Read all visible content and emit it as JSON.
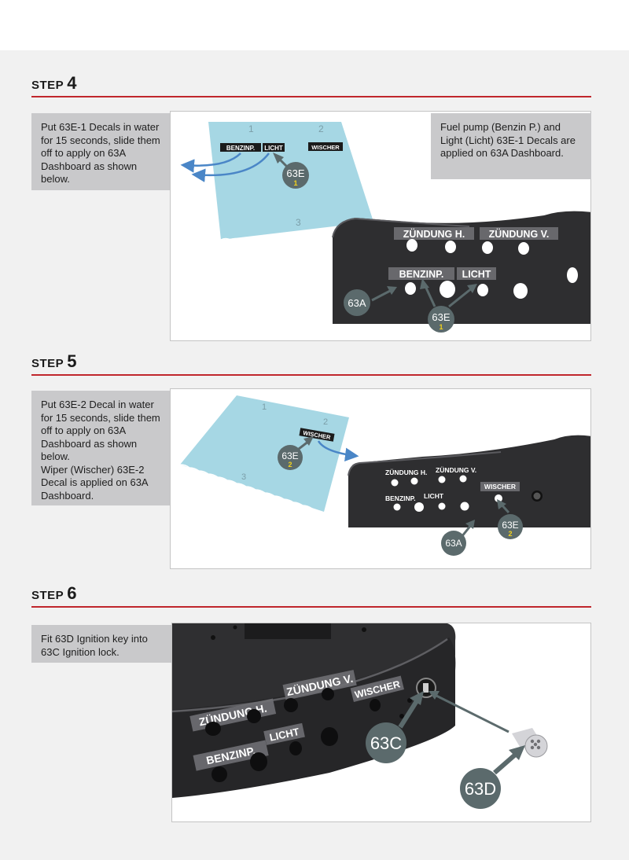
{
  "steps": [
    {
      "word": "STEP",
      "number": "4",
      "instruction": "Put 63E-1 Decals in water for 15 seconds, slide them off to apply on 63A Dashboard as shown below.",
      "result": "Fuel pump (Benzin P.) and Light (Licht) 63E-1 Decals are applied on 63A Dashboard.",
      "sheet_numbers": [
        "1",
        "2",
        "3"
      ],
      "sheet_decals": [
        "BENZINP.",
        "LICHT",
        "WISCHER"
      ],
      "dash_labels": [
        "ZÜNDUNG H.",
        "ZÜNDUNG V.",
        "BENZINP.",
        "LICHT"
      ],
      "callouts": [
        {
          "code": "63E",
          "sub": "1"
        },
        {
          "code": "63A",
          "sub": ""
        },
        {
          "code": "63E",
          "sub": "1"
        }
      ]
    },
    {
      "word": "STEP",
      "number": "5",
      "instruction": "Put 63E-2 Decal in water for 15 seconds, slide them off to apply on 63A Dashboard as shown below.\nWiper (Wischer) 63E-2 Decal is applied on 63A Dashboard.",
      "sheet_numbers": [
        "1",
        "2",
        "3"
      ],
      "sheet_decals": [
        "WISCHER"
      ],
      "dash_labels": [
        "ZÜNDUNG H.",
        "ZÜNDUNG V.",
        "BENZINP.",
        "LICHT",
        "WISCHER"
      ],
      "callouts": [
        {
          "code": "63E",
          "sub": "2"
        },
        {
          "code": "63A",
          "sub": ""
        },
        {
          "code": "63E",
          "sub": "2"
        }
      ]
    },
    {
      "word": "STEP",
      "number": "6",
      "instruction": "Fit 63D Ignition key into 63C Ignition lock.",
      "dash_labels": [
        "ZÜNDUNG H.",
        "ZÜNDUNG V.",
        "WISCHER",
        "BENZINP.",
        "LICHT"
      ],
      "callouts": [
        {
          "code": "63C",
          "sub": ""
        },
        {
          "code": "63D",
          "sub": ""
        }
      ]
    }
  ],
  "colors": {
    "accent": "#c0262c",
    "note_bg": "#c9c9cb",
    "callout": "#5b6a6c",
    "callout_sub": "#f2d21b",
    "sheet": "#a6d7e4",
    "dashboard": "#2e2e30"
  }
}
